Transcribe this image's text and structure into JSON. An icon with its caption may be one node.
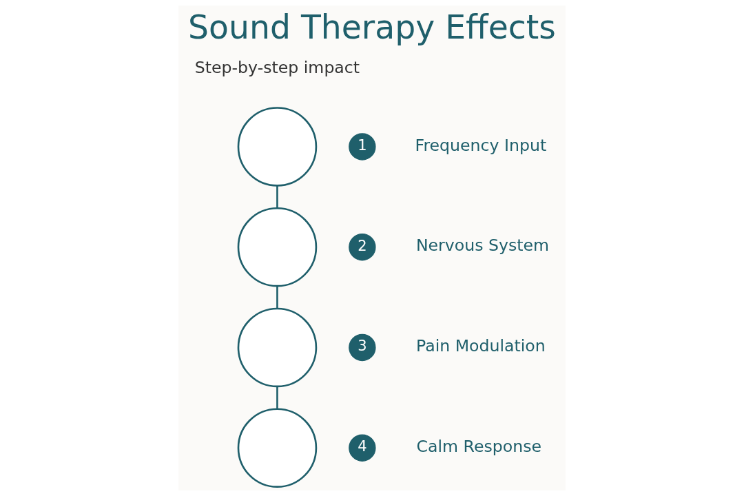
{
  "diagram": {
    "title": "Sound Therapy Effects",
    "nodes": [
      {
        "text": [],
        "shape": "circle"
      },
      {
        "text": [
          "1"
        ],
        "beside": [
          "Frequency Input"
        ]
      },
      {
        "text": [],
        "shape": "circle"
      },
      {
        "text": [
          "2"
        ],
        "beside": [
          "Nervous System"
        ]
      },
      {
        "text": [],
        "shape": "circle"
      },
      {
        "text": [
          "3"
        ],
        "beside": [
          "Pain Modulation"
        ]
      },
      {
        "text": [],
        "shape": "circle"
      },
      {
        "text": [
          "4"
        ],
        "beside": [
          "Calm Response"
        ]
      }
    ],
    "edges": [
      {
        "from": 0,
        "to": 2,
        "arrow": "none"
      },
      {
        "from": 2,
        "to": 4,
        "arrow": "none"
      },
      {
        "from": 4,
        "to": 6,
        "arrow": "none"
      }
    ],
    "labels": [
      "Step-by-step impact"
    ]
  }
}
